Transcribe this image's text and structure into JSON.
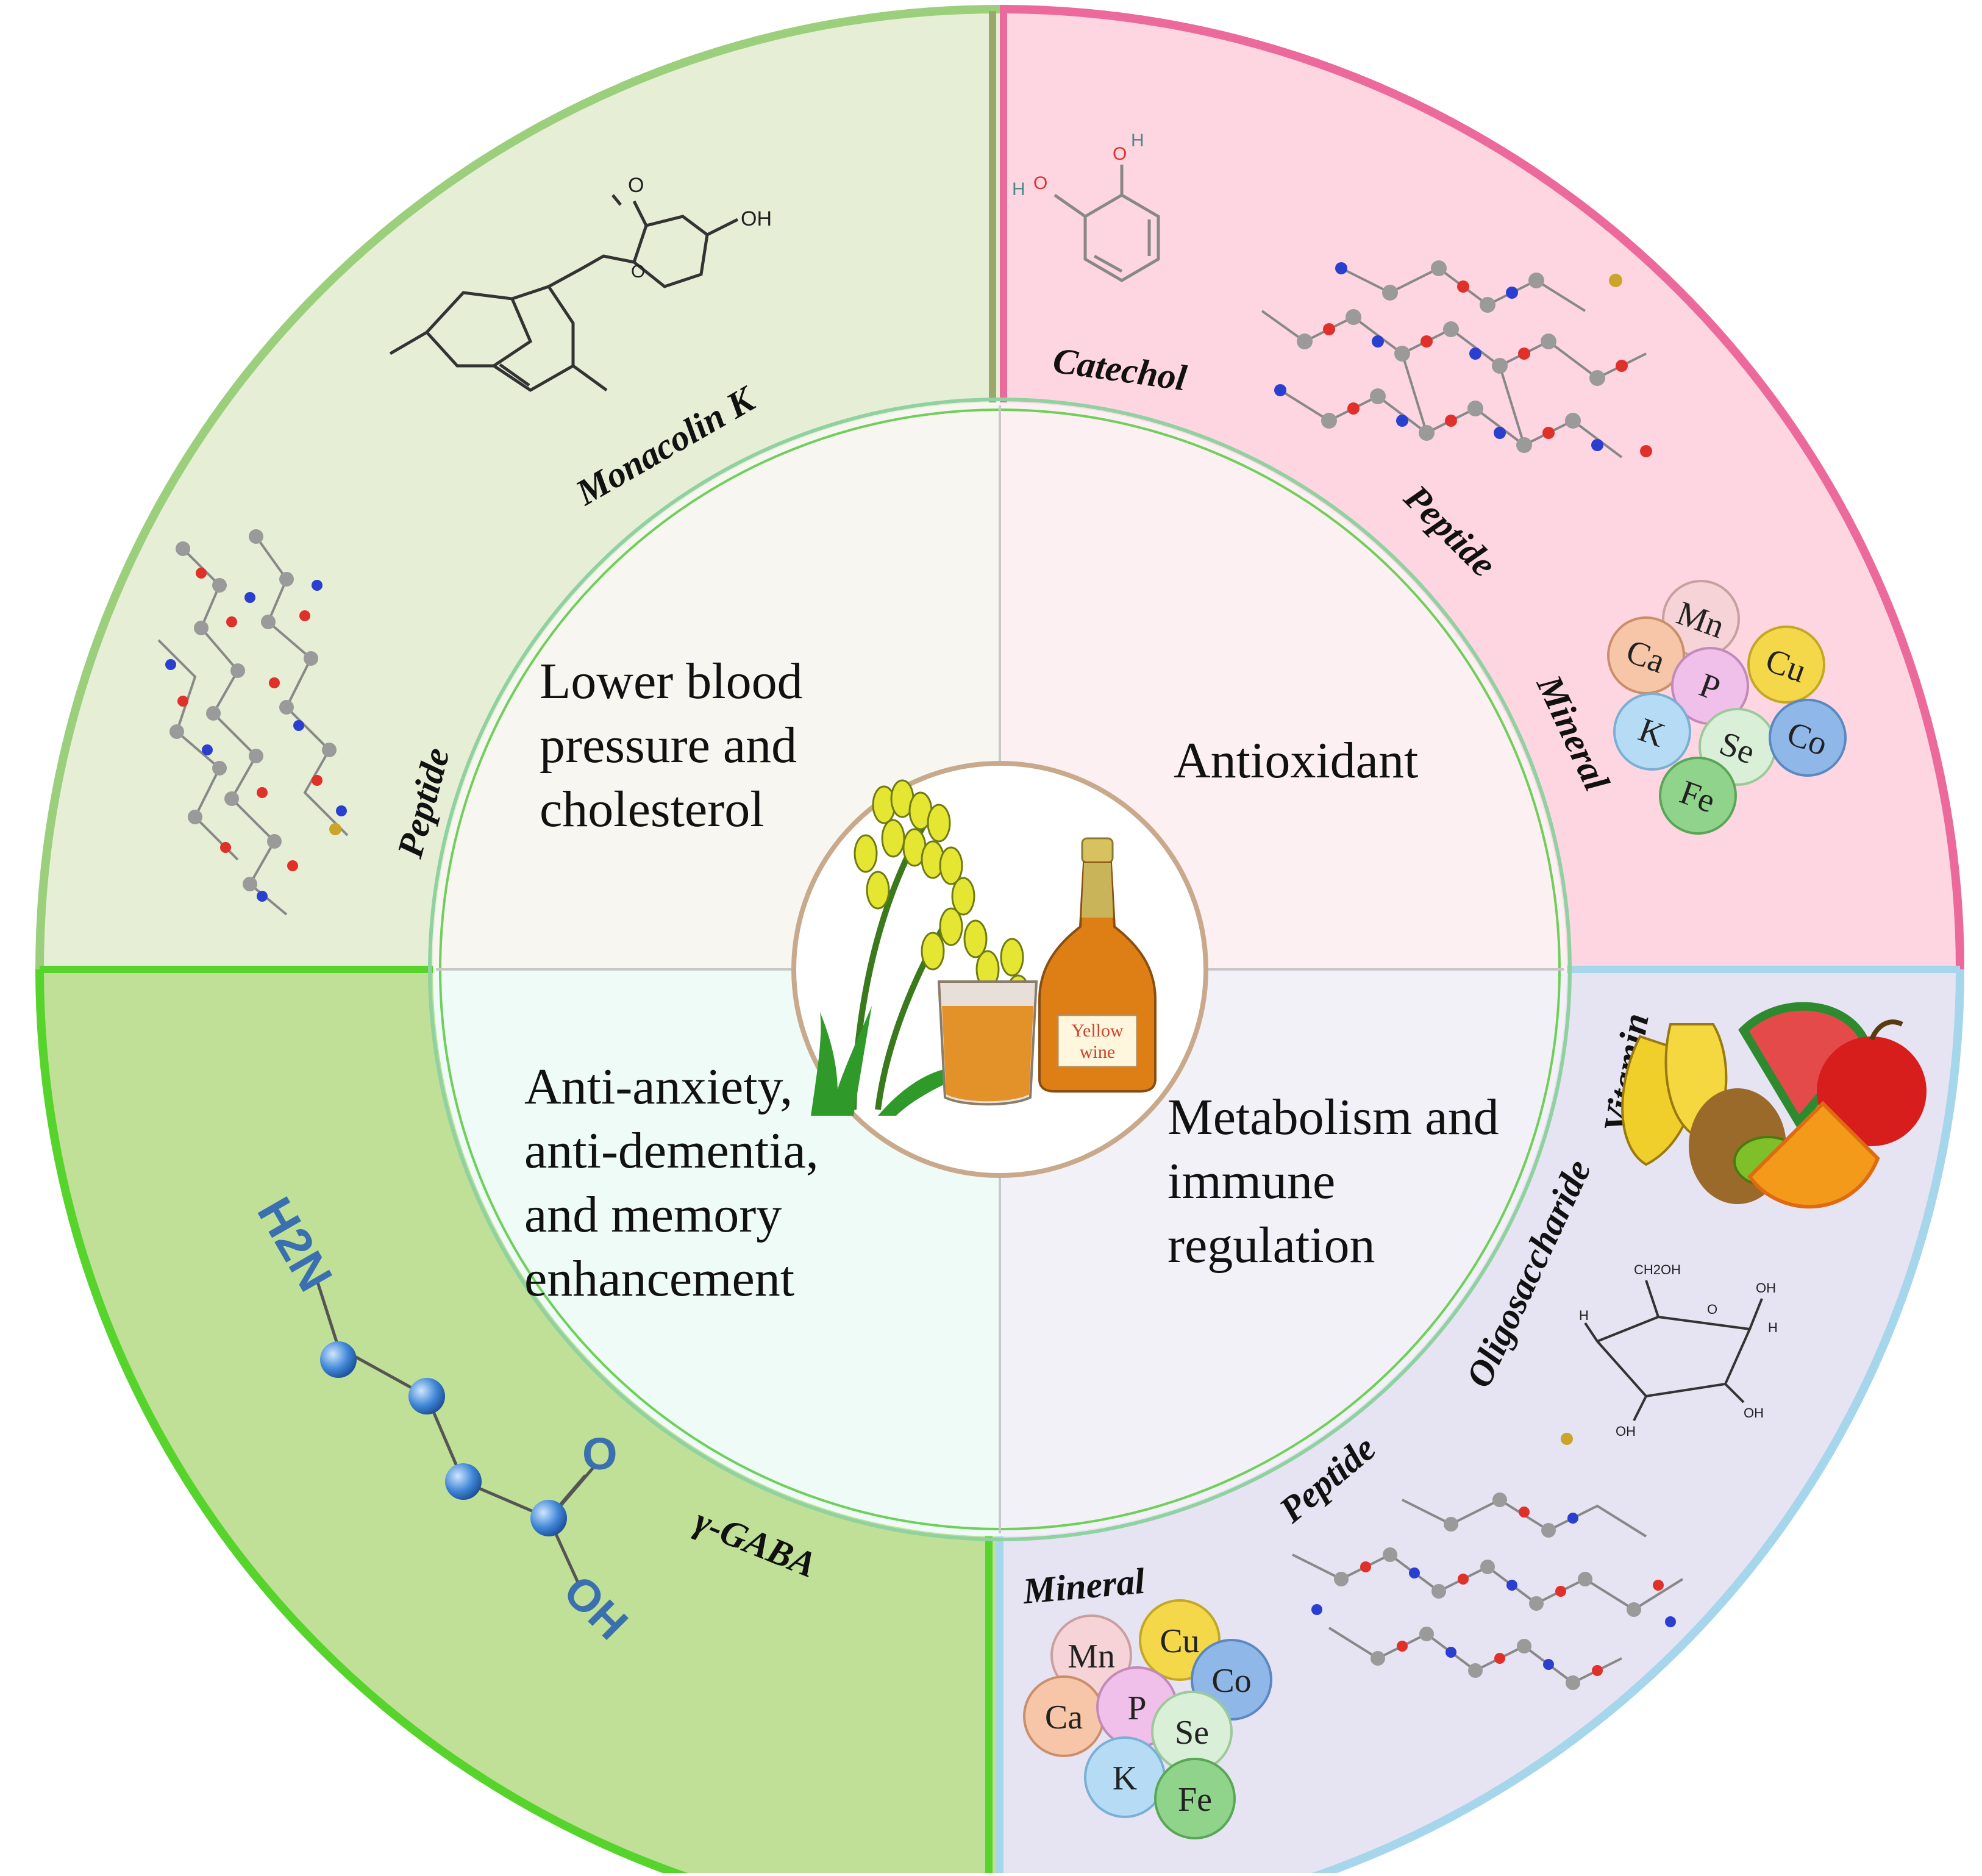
{
  "quadrants": {
    "top_left": {
      "color": "#e6efd6",
      "border": "#9ccf7c",
      "effect_lines": [
        "Lower blood",
        "pressure and",
        "cholesterol"
      ],
      "labels": {
        "monacolin": "Monacolin K",
        "peptide": "Peptide"
      },
      "chem": {
        "hydroxyl": "OH",
        "ring_o": "O"
      }
    },
    "top_right": {
      "color": "#fdd6e2",
      "border": "#ec6a9b",
      "effect_lines": [
        "Antioxidant"
      ],
      "labels": {
        "catechol": "Catechol",
        "peptide": "Peptide",
        "mineral": "Mineral"
      },
      "chem": {
        "o": "O",
        "h": "H"
      },
      "minerals": [
        "Mn",
        "Ca",
        "Cu",
        "P",
        "K",
        "Se",
        "Co",
        "Fe"
      ]
    },
    "bottom_left": {
      "color": "#bfe096",
      "border": "#57d42c",
      "effect_lines": [
        "Anti-anxiety,",
        "anti-dementia,",
        "and memory",
        "enhancement"
      ],
      "labels": {
        "gaba": "γ-GABA"
      },
      "chem": {
        "h2n": "H2N",
        "o": "O",
        "oh": "OH"
      }
    },
    "bottom_right": {
      "color": "#e6e3f2",
      "border": "#a5d6ec",
      "effect_lines": [
        "Metabolism and",
        "immune",
        "regulation"
      ],
      "labels": {
        "vitamin": "Vitamin",
        "oligosaccharide": "Oligosaccharide",
        "peptide": "Peptide",
        "mineral": "Mineral"
      },
      "chem": {
        "ch2oh": "CH2OH",
        "oh": "OH",
        "o": "O",
        "h": "H"
      },
      "minerals": [
        "Mn",
        "Cu",
        "Co",
        "Ca",
        "P",
        "Se",
        "K",
        "Fe"
      ]
    }
  },
  "center": {
    "bottle_label_1": "Yellow",
    "bottle_label_2": "wine"
  }
}
